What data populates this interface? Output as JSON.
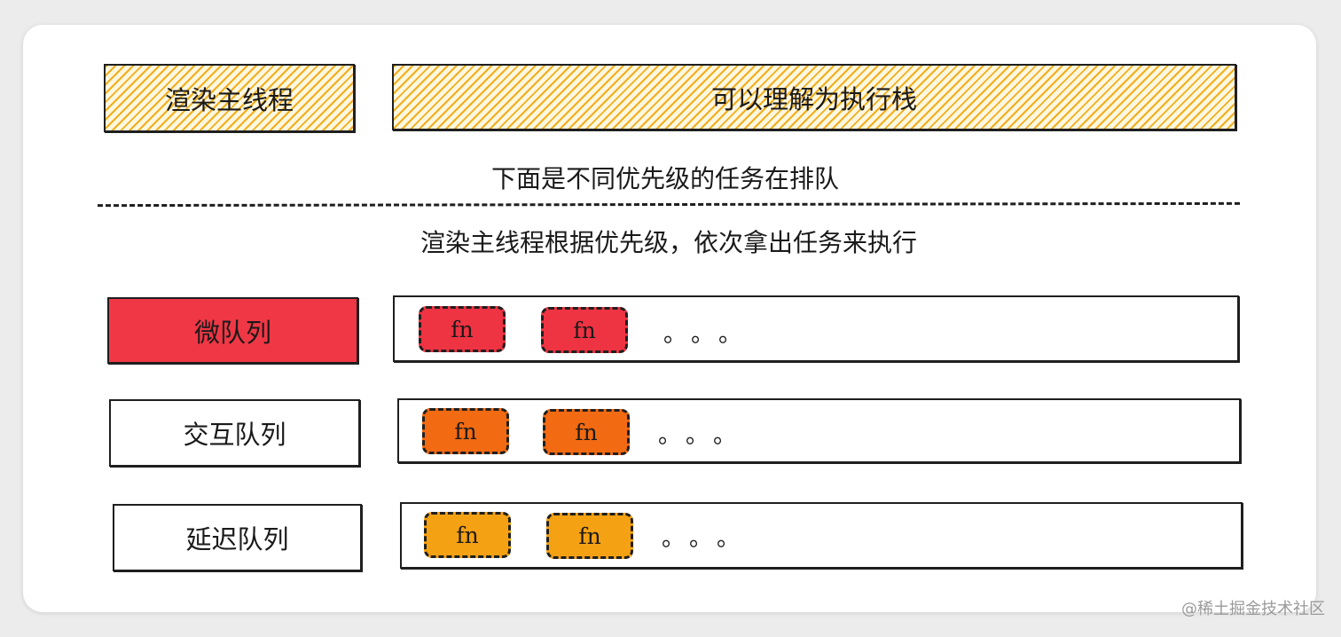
{
  "header": {
    "render_thread": "渲染主线程",
    "exec_stack": "可以理解为执行栈"
  },
  "captions": {
    "above_divider": "下面是不同优先级的任务在排队",
    "below_divider": "渲染主线程根据优先级，依次拿出任务来执行"
  },
  "queues": [
    {
      "label": "微队列",
      "label_fill": "#f03745",
      "task_color": "#ee3342",
      "tasks": [
        "fn",
        "fn"
      ],
      "more": "。。。"
    },
    {
      "label": "交互队列",
      "label_fill": "#ffffff",
      "task_color": "#f26a12",
      "tasks": [
        "fn",
        "fn"
      ],
      "more": "。。。"
    },
    {
      "label": "延迟队列",
      "label_fill": "#ffffff",
      "task_color": "#f5a114",
      "tasks": [
        "fn",
        "fn"
      ],
      "more": "。。。"
    }
  ],
  "watermark": "@稀土掘金技术社区",
  "colors": {
    "hatch": "#f2ae1c",
    "ink": "#1f1f1f"
  }
}
